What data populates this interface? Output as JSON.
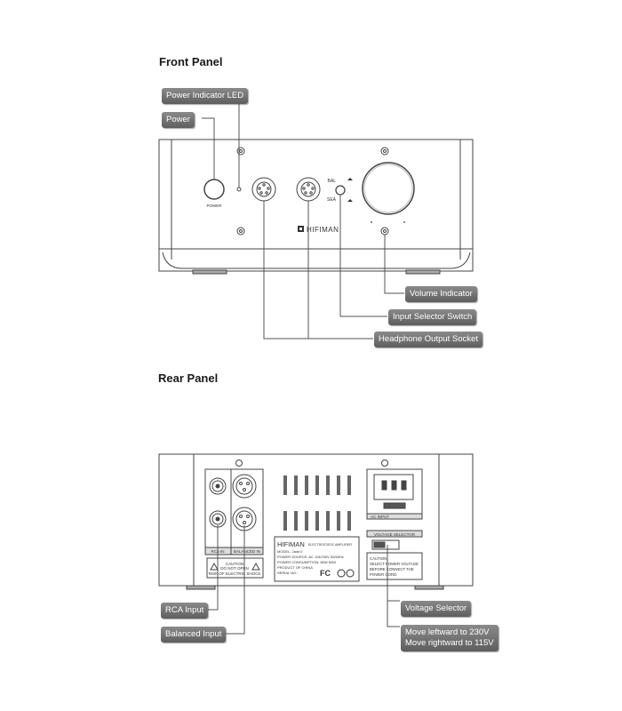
{
  "front": {
    "heading": "Front Panel",
    "callouts": {
      "power_led": "Power Indicator LED",
      "power": "Power",
      "volume": "Volume Indicator",
      "input_selector": "Input Selector Switch",
      "headphone": "Headphone Output Socket"
    },
    "device": {
      "power_label": "POWER",
      "brand": "HIFIMAN",
      "bal": "BAL",
      "sea": "SEA"
    }
  },
  "rear": {
    "heading": "Rear Panel",
    "callouts": {
      "rca": "RCA Input",
      "balanced": "Balanced Input",
      "voltage": "Voltage Selector",
      "voltage_line1": "Move leftward to 230V",
      "voltage_line2": "Move rightward to 115V"
    },
    "device": {
      "rca_in": "RCA IN",
      "balanced_in": "BALANCED IN",
      "caution_title": "CAUTION",
      "caution_line1": "DO NOT OPEN",
      "caution_line2": "RISK OF ELECTRIC SHOCK",
      "brand": "HIFIMAN",
      "product_type": "ELECTROSTATIC AMPLIFIER",
      "model": "MODEL: Jade II",
      "power_source": "POWER SOURCE: AC 115/230V 50/60Hz",
      "power_consumption": "POWER CONSUMPTION: 80W MAX",
      "origin": "PRODUCT OF CHINA",
      "serial": "SERIAL NO.:",
      "ac_input": "AC INPUT",
      "voltage_selector": "VOLTAGE SELECTOR",
      "caution2_title": "CAUTION:",
      "caution2_line1": "SELECT POWER VOLTAGE",
      "caution2_line2": "BEFORE CONNECT THE",
      "caution2_line3": "POWER CORD."
    }
  }
}
